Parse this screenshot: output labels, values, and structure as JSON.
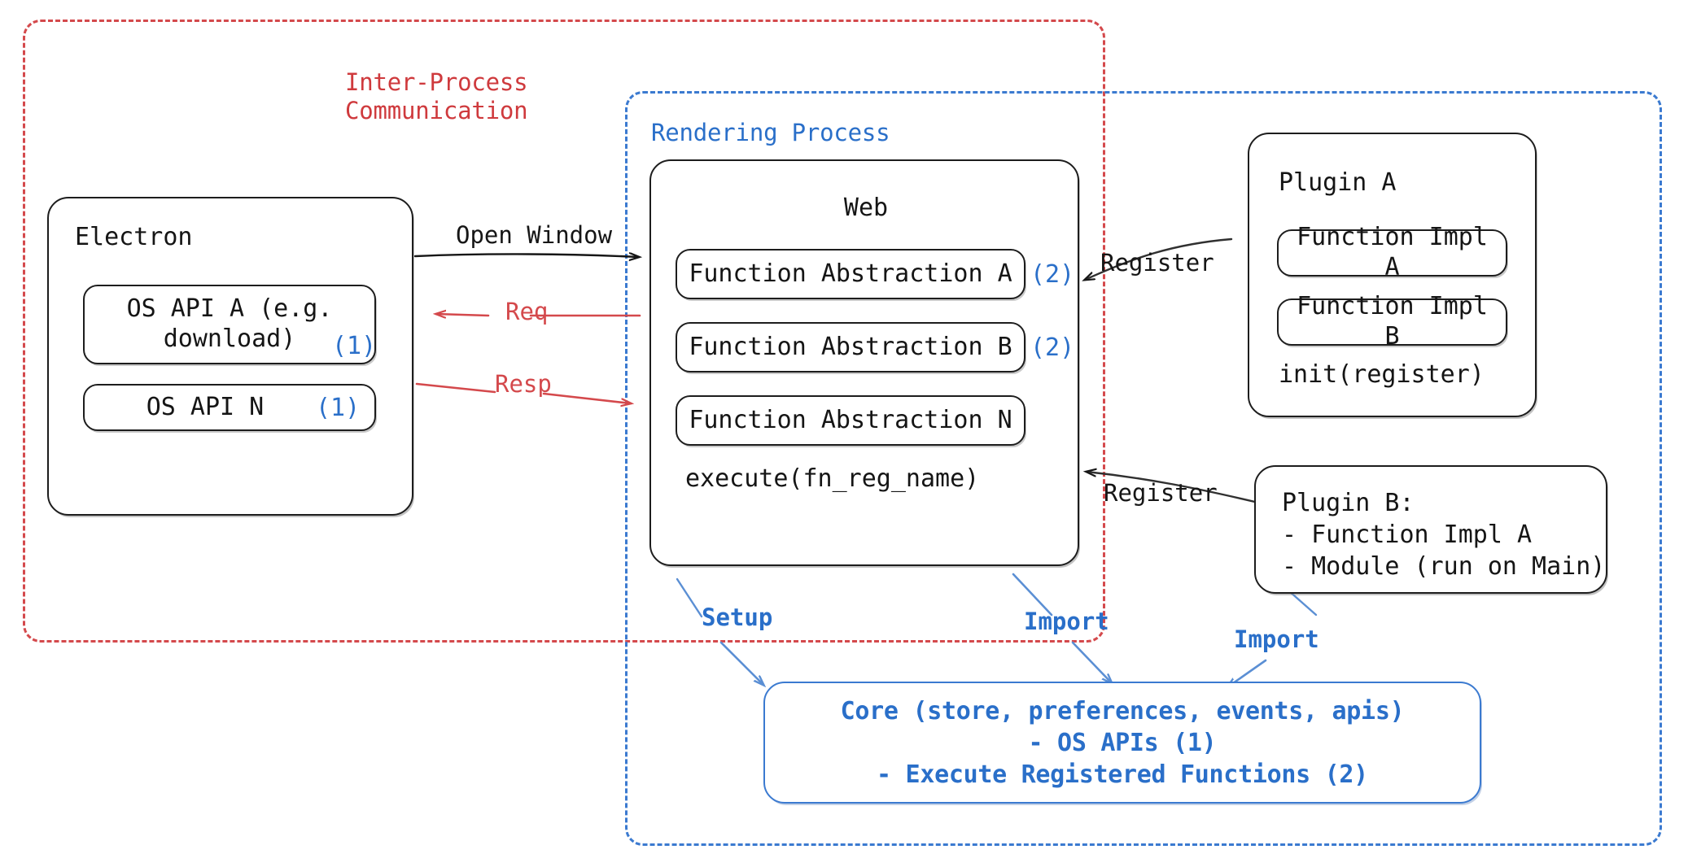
{
  "groups": {
    "ipc": {
      "label": "Inter-Process\nCommunication",
      "color": "#cf3a3d"
    },
    "rendering": {
      "label": "Rendering Process",
      "color": "#2a6fc9"
    }
  },
  "electron": {
    "title": "Electron",
    "apis": [
      {
        "text": "OS API A (e.g.\ndownload)",
        "marker": "(1)"
      },
      {
        "text": "OS API N",
        "marker": "(1)"
      }
    ]
  },
  "web": {
    "title": "Web",
    "abstractions": [
      {
        "text": "Function Abstraction A",
        "marker": "(2)"
      },
      {
        "text": "Function Abstraction B",
        "marker": "(2)"
      },
      {
        "text": "Function Abstraction N",
        "marker": ""
      }
    ],
    "execute": "execute(fn_reg_name)"
  },
  "plugin_a": {
    "title": "Plugin A",
    "impls": [
      "Function Impl A",
      "Function Impl B"
    ],
    "init": "init(register)"
  },
  "plugin_b": {
    "text": "Plugin B:\n- Function Impl A\n- Module (run on Main)"
  },
  "core": {
    "text": "Core (store, preferences, events, apis)\n- OS APIs (1)\n- Execute Registered Functions (2)"
  },
  "edges": {
    "open_window": "Open Window",
    "req": "Req",
    "resp": "Resp",
    "register_a": "Register",
    "register_b": "Register",
    "setup": "Setup",
    "import_web": "Import",
    "import_plugin_b": "Import"
  },
  "colors": {
    "red": "#d4494c",
    "blue": "#3b7ad0",
    "blue_text": "#2a6fc9",
    "black": "#161616"
  }
}
